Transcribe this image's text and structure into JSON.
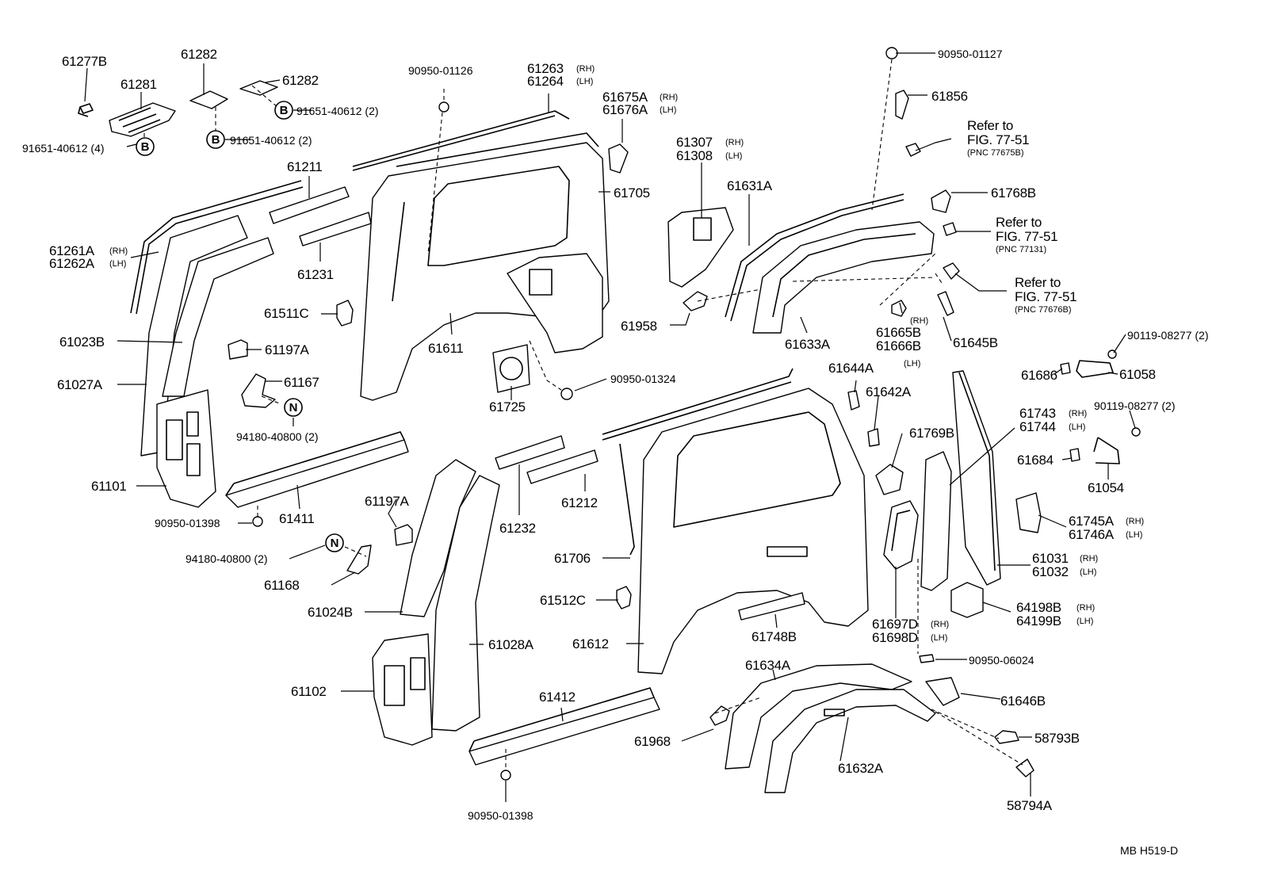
{
  "labels": {
    "p61277B": "61277B",
    "p61281": "61281",
    "p61282a": "61282",
    "p61282b": "61282",
    "p91651_4": "91651-40612 (4)",
    "p91651_2a": "91651-40612 (2)",
    "p91651_2b": "91651-40612 (2)",
    "p90950_01126": "90950-01126",
    "p61263": "61263",
    "p61264": "61264",
    "p61675A": "61675A",
    "p61676A": "61676A",
    "p61211": "61211",
    "p61705": "61705",
    "p61261A": "61261A",
    "p61262A": "61262A",
    "p61231": "61231",
    "p61511C": "61511C",
    "p61023B": "61023B",
    "p61197A_a": "61197A",
    "p61027A": "61027A",
    "p61167": "61167",
    "p94180_a": "94180-40800 (2)",
    "p61611": "61611",
    "p61725": "61725",
    "p90950_01324": "90950-01324",
    "p61101": "61101",
    "p61411": "61411",
    "p90950_01398a": "90950-01398",
    "p61197A_b": "61197A",
    "p94180_b": "94180-40800 (2)",
    "p61168": "61168",
    "p61024B": "61024B",
    "p61232": "61232",
    "p61212": "61212",
    "p61706": "61706",
    "p61512C": "61512C",
    "p61028A": "61028A",
    "p61612": "61612",
    "p61102": "61102",
    "p61412": "61412",
    "p90950_01398b": "90950-01398",
    "p61748B": "61748B",
    "p90950_01127": "90950-01127",
    "p61856": "61856",
    "p61307": "61307",
    "p61308": "61308",
    "p61631A": "61631A",
    "p61768B": "61768B",
    "p61958": "61958",
    "p61633A": "61633A",
    "p61665B": "61665B",
    "p61666B": "61666B",
    "p61645B": "61645B",
    "p61644A": "61644A",
    "p61642A": "61642A",
    "p61769B": "61769B",
    "p61686": "61686",
    "p61058": "61058",
    "p90119_a": "90119-08277 (2)",
    "p90119_b": "90119-08277 (2)",
    "p61743": "61743",
    "p61744": "61744",
    "p61684": "61684",
    "p61054": "61054",
    "p61745A": "61745A",
    "p61746A": "61746A",
    "p61031": "61031",
    "p61032": "61032",
    "p64198B": "64198B",
    "p64199B": "64199B",
    "p61697D": "61697D",
    "p61698D": "61698D",
    "p90950_06024": "90950-06024",
    "p61634A": "61634A",
    "p61646B": "61646B",
    "p58793B": "58793B",
    "p61968": "61968",
    "p61632A": "61632A",
    "p58794A": "58794A"
  },
  "side": {
    "rh": "(RH)",
    "lh": "(LH)"
  },
  "refs": {
    "refer_to": "Refer to",
    "fig": "FIG. 77-51",
    "pnc_77675B": "(PNC 77675B)",
    "pnc_77131": "(PNC 77131)",
    "pnc_77676B": "(PNC 77676B)"
  },
  "callouts": {
    "b": "B",
    "n": "N"
  },
  "footer": {
    "code": "MB  H519-D"
  }
}
